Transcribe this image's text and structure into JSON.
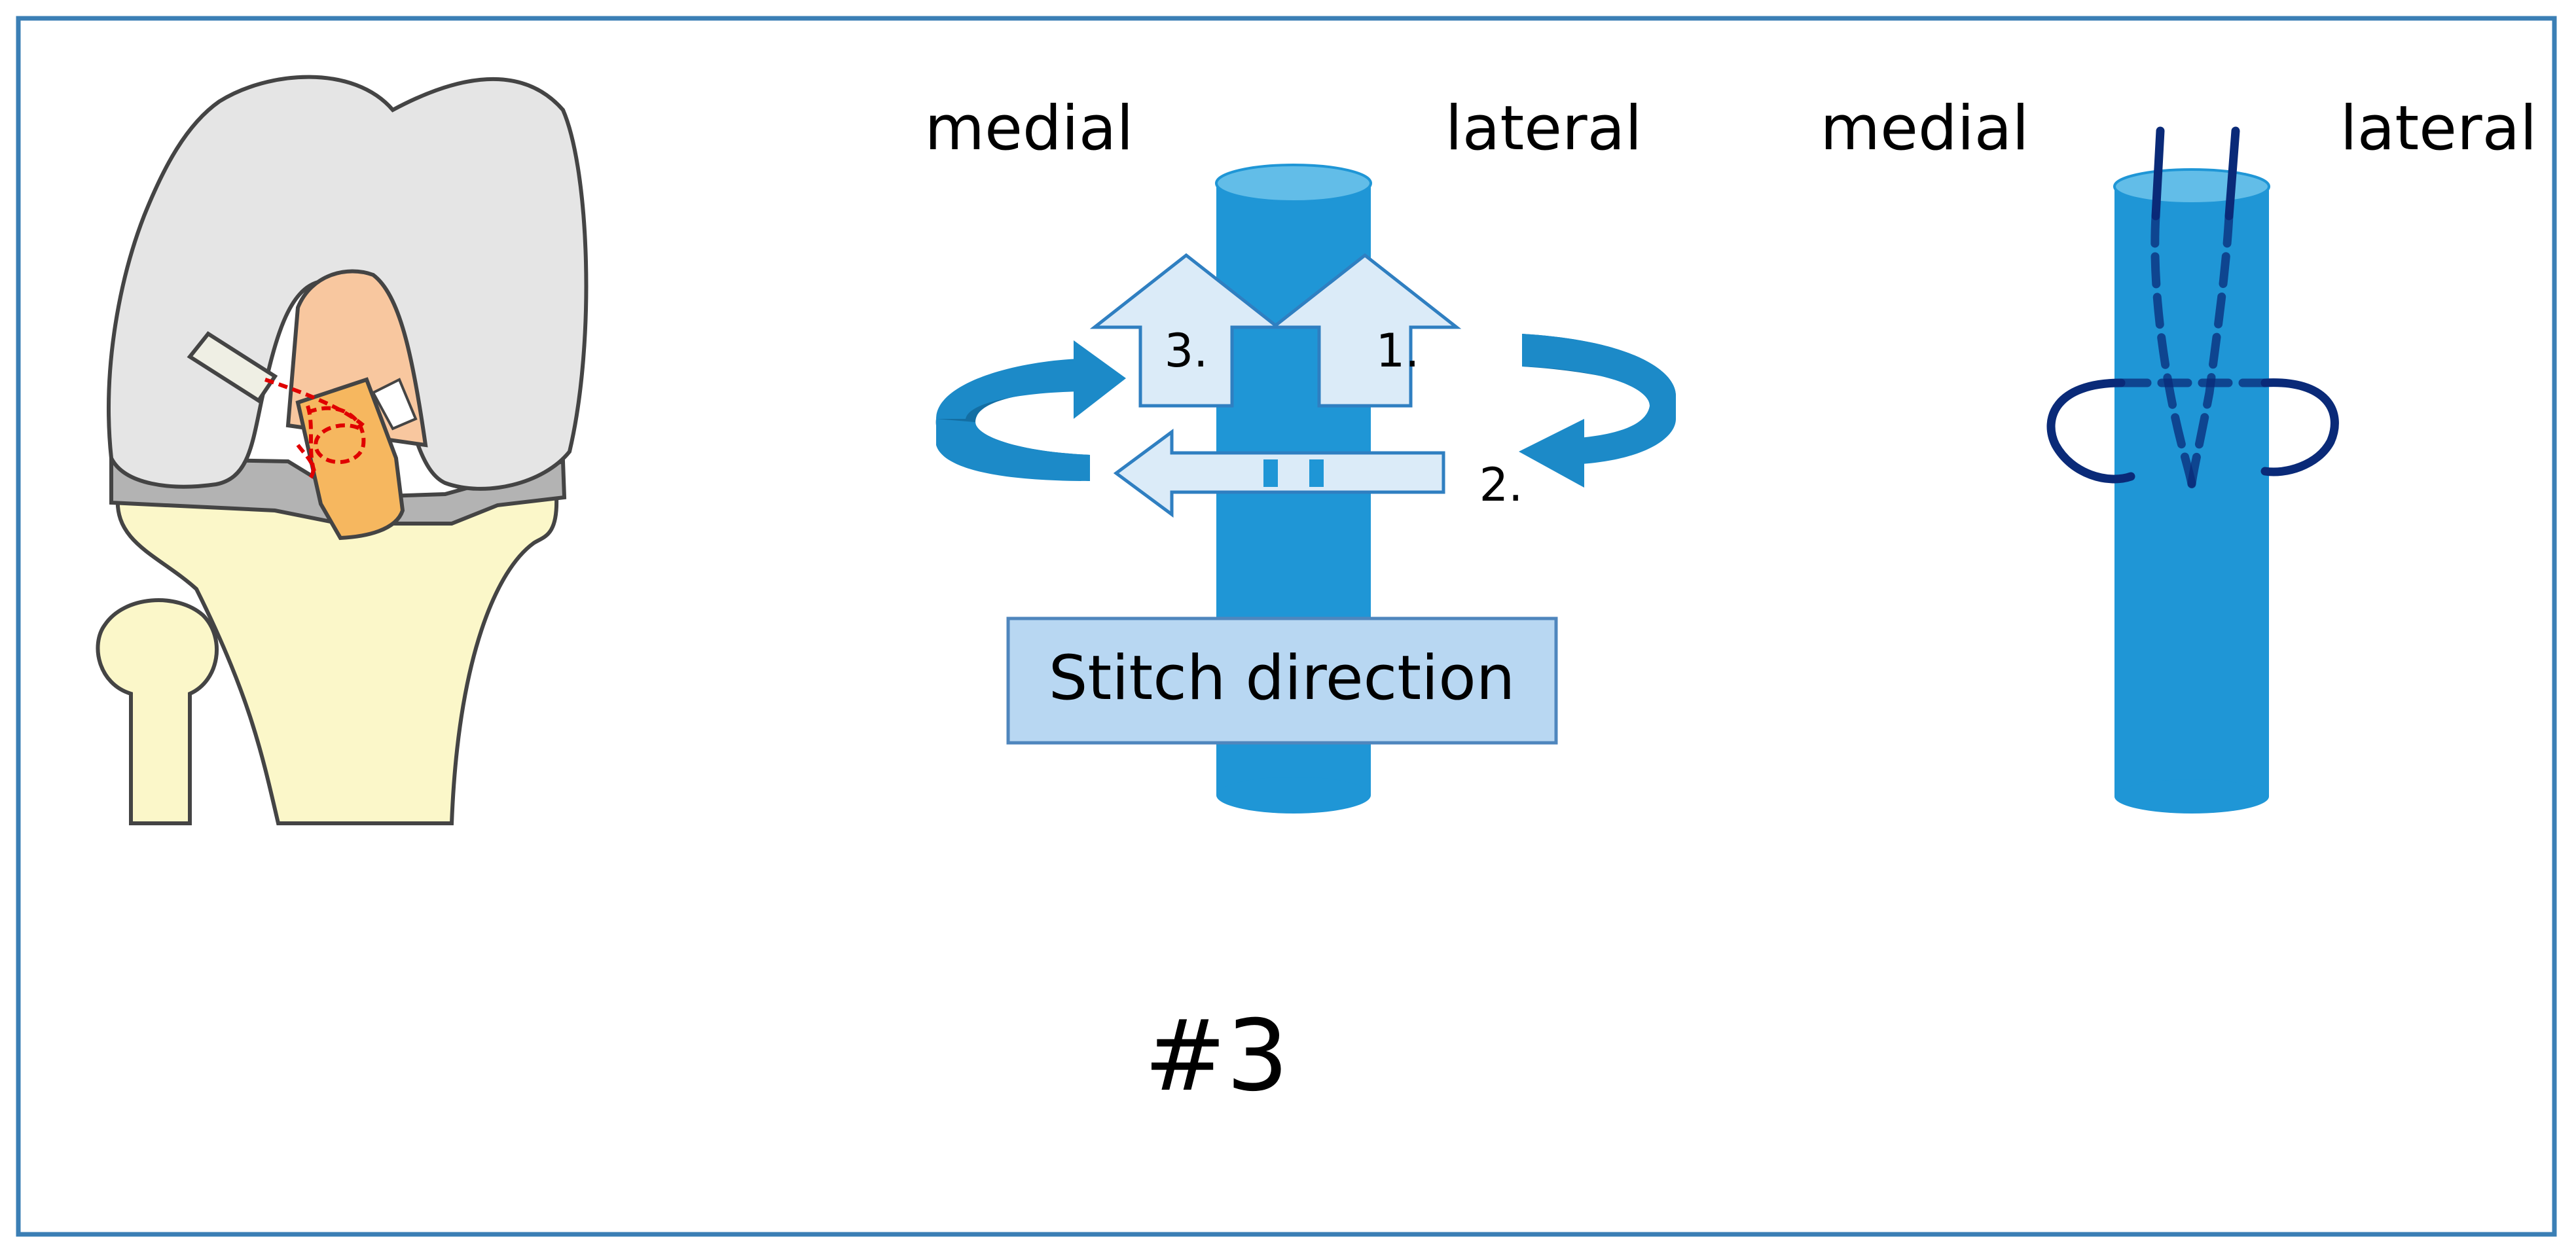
{
  "labels": {
    "medial_left": "medial",
    "lateral_left": "lateral",
    "medial_right": "medial",
    "lateral_right": "lateral",
    "step_1": "1.",
    "step_2": "2.",
    "step_3": "3.",
    "stitch_direction": "Stitch direction",
    "figure_id": "#3"
  },
  "colors": {
    "frame": "#3b7fb5",
    "graft": "#1f96d6",
    "graft_top": "#62bde8",
    "graft_shadow": "#137bb9",
    "arrow_fill": "#dbebf8",
    "arrow_stroke": "#2f7fc1",
    "curve_arrow": "#1c8ac8",
    "curve_arrow_dark": "#136ea3",
    "label_box": "#b8d7f2",
    "label_box_stroke": "#4f86bd",
    "femur": "#e5e5e5",
    "meniscus": "#b3b3b3",
    "tibia": "#fbf7c9",
    "patella_notch": "#f8c79f",
    "graft_implant": "#f6b75f",
    "instrument": "#efefe4",
    "suture_red": "#e00000",
    "suture_navy": "#0a2a78",
    "outline": "#444444"
  }
}
